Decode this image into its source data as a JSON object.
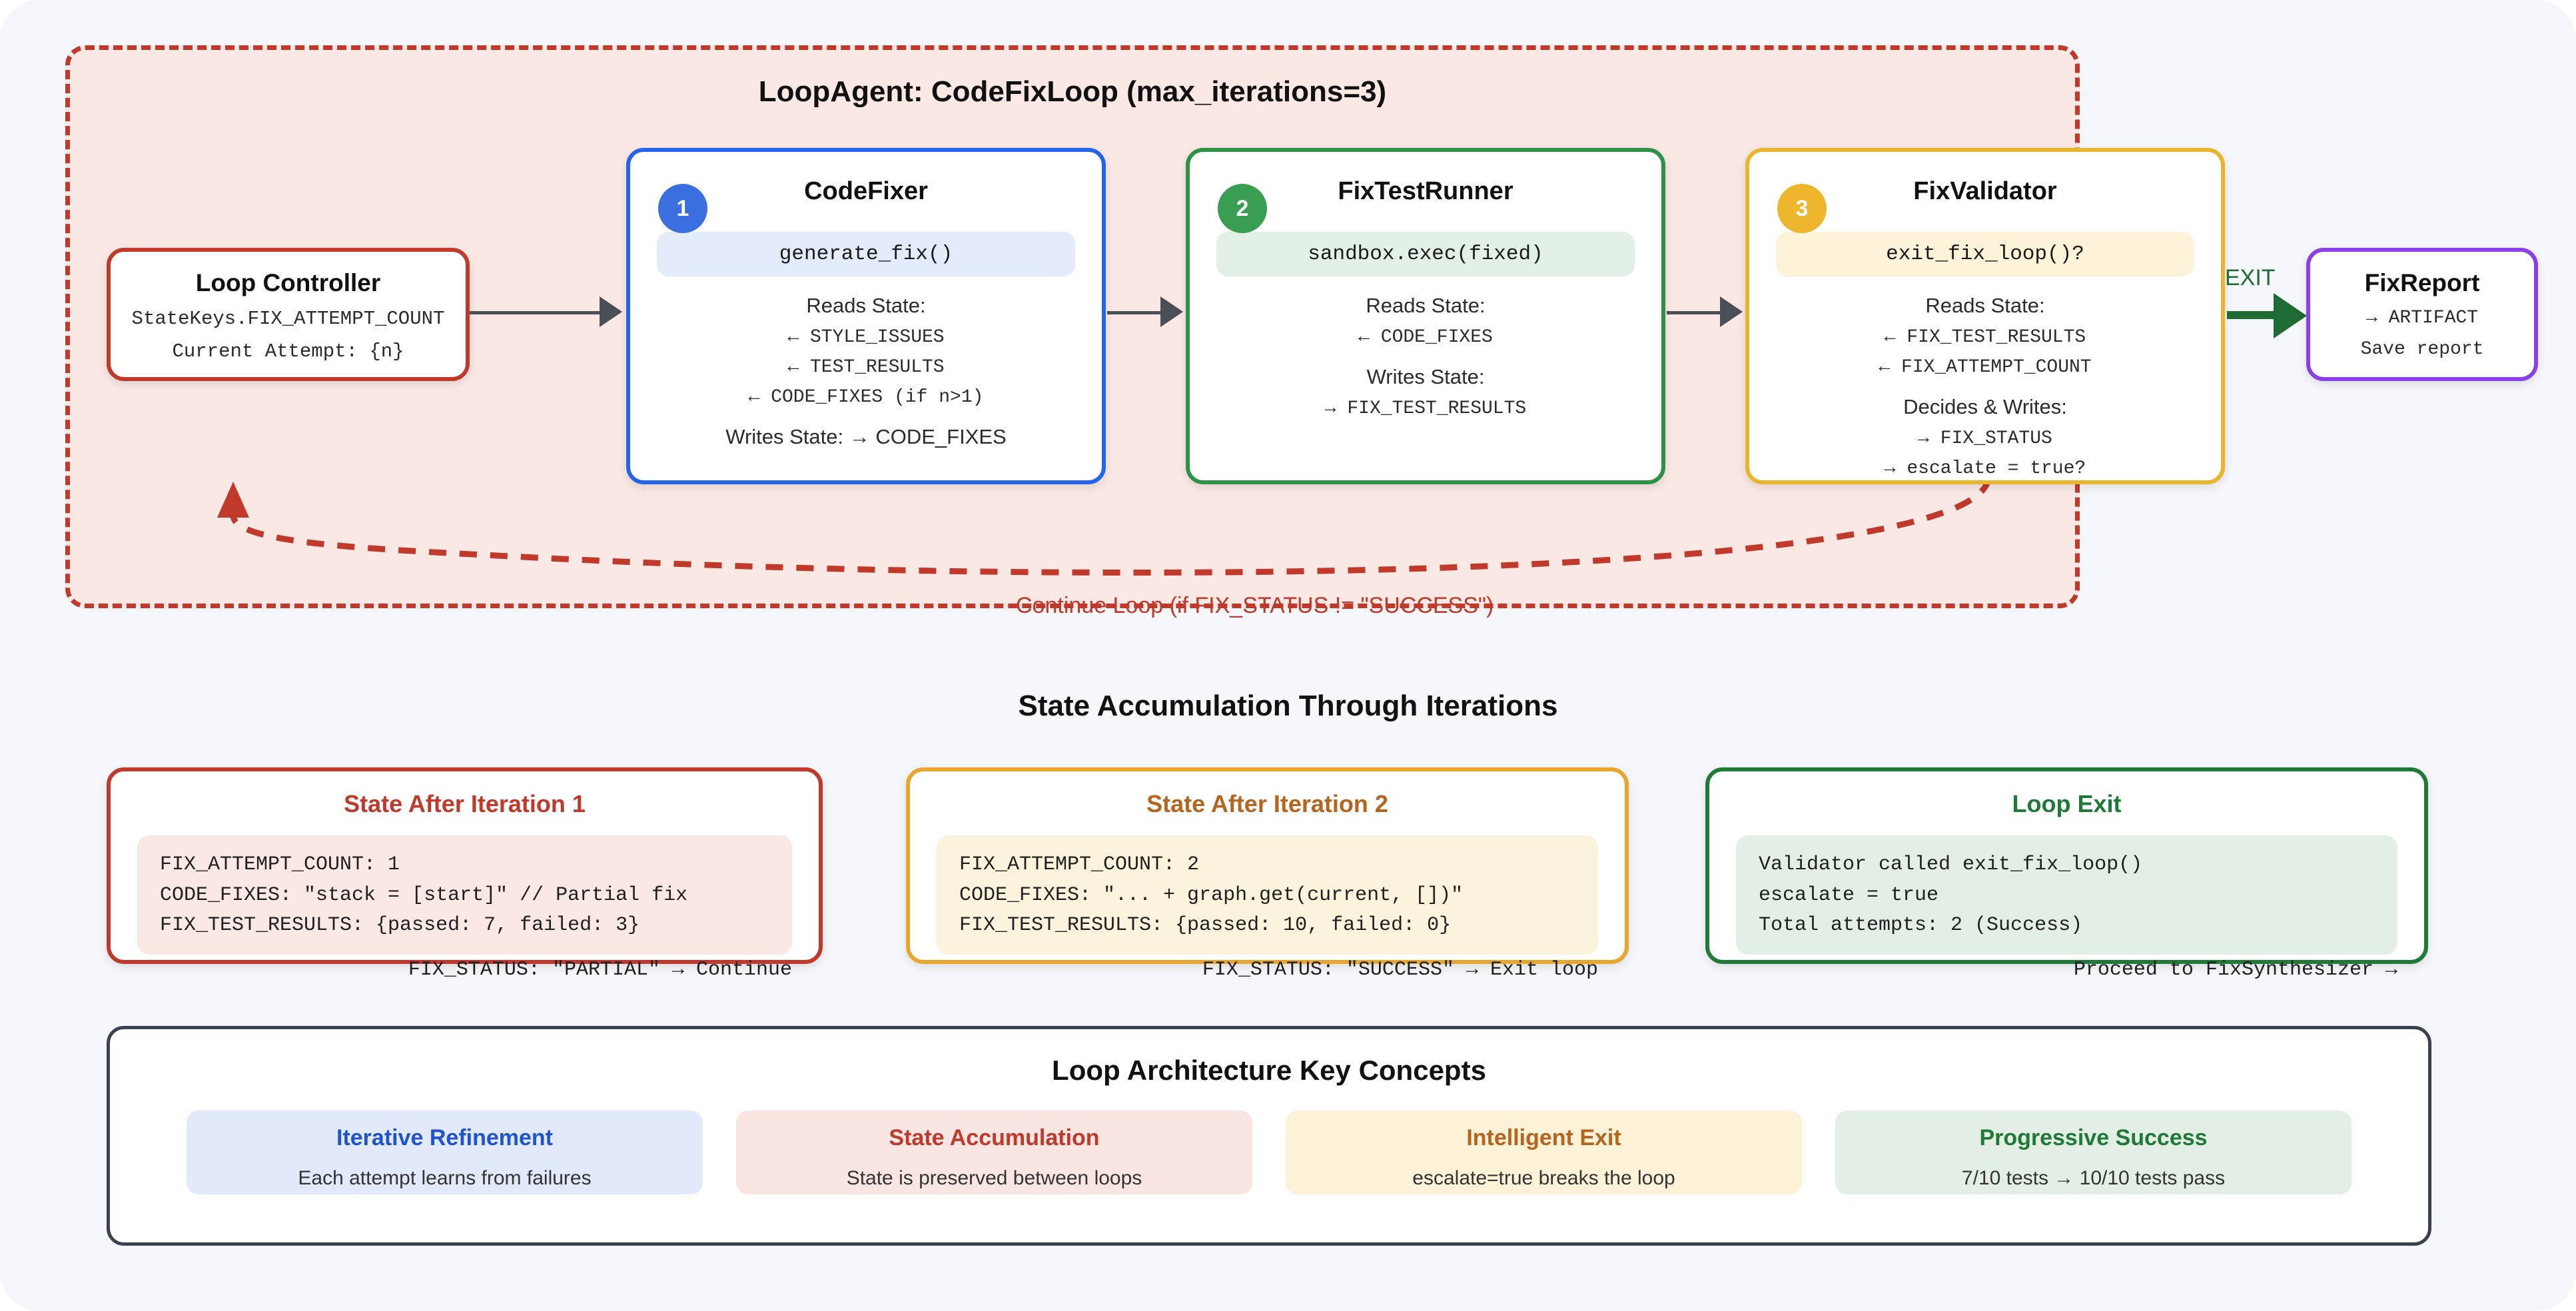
{
  "canvas": {
    "background": "#f5f7fa"
  },
  "loop": {
    "title": "LoopAgent: CodeFixLoop (max_iterations=3)",
    "border_color": "#c0392b",
    "fill_color": "#fae8e4",
    "loopback_label": "Continue Loop (if FIX_STATUS != \"SUCCESS\")"
  },
  "controller": {
    "title": "Loop Controller",
    "line1": "StateKeys.FIX_ATTEMPT_COUNT",
    "line2": "Current Attempt: {n}",
    "color": "#c0392b"
  },
  "nodes": [
    {
      "badge": "1",
      "title": "CodeFixer",
      "code": "generate_fix()",
      "reads_label": "Reads State:",
      "reads": [
        "← STYLE_ISSUES",
        "← TEST_RESULTS",
        "← CODE_FIXES (if n>1)"
      ],
      "writes_label": "Writes State: → CODE_FIXES",
      "writes": [],
      "color": "#2563eb"
    },
    {
      "badge": "2",
      "title": "FixTestRunner",
      "code": "sandbox.exec(fixed)",
      "reads_label": "Reads State:",
      "reads": [
        "← CODE_FIXES"
      ],
      "writes_label": "Writes State:",
      "writes": [
        "→ FIX_TEST_RESULTS"
      ],
      "color": "#2e9145"
    },
    {
      "badge": "3",
      "title": "FixValidator",
      "code": "exit_fix_loop()?",
      "reads_label": "Reads State:",
      "reads": [
        "← FIX_TEST_RESULTS",
        "← FIX_ATTEMPT_COUNT"
      ],
      "writes_label": "Decides & Writes:",
      "writes": [
        "→ FIX_STATUS",
        "→ escalate = true?"
      ],
      "color": "#e8b52c"
    }
  ],
  "exit": {
    "label": "EXIT",
    "color": "#1e6b33"
  },
  "report": {
    "title": "FixReport",
    "line1": "→ ARTIFACT",
    "line2": "Save report",
    "color": "#8b3fe8"
  },
  "state_section": {
    "heading": "State Accumulation Through Iterations",
    "cards": [
      {
        "title": "State After Iteration 1",
        "lines": [
          "FIX_ATTEMPT_COUNT: 1",
          "CODE_FIXES: \"stack = [start]\" // Partial fix",
          "FIX_TEST_RESULTS: {passed: 7, failed: 3}"
        ],
        "footer": "FIX_STATUS: \"PARTIAL\" → Continue",
        "color": "#c0392b"
      },
      {
        "title": "State After Iteration 2",
        "lines": [
          "FIX_ATTEMPT_COUNT: 2",
          "CODE_FIXES: \"... + graph.get(current, [])\"",
          "FIX_TEST_RESULTS: {passed: 10, failed: 0}"
        ],
        "footer": "FIX_STATUS: \"SUCCESS\" → Exit loop",
        "color": "#e8a72c"
      },
      {
        "title": "Loop Exit",
        "lines": [
          "Validator called exit_fix_loop()",
          "escalate = true",
          "Total attempts: 2 (Success)"
        ],
        "footer": "Proceed to FixSynthesizer →",
        "color": "#1e7a36"
      }
    ]
  },
  "concepts": {
    "title": "Loop Architecture Key Concepts",
    "items": [
      {
        "title": "Iterative Refinement",
        "desc": "Each attempt learns from failures",
        "theme": "c-blue"
      },
      {
        "title": "State Accumulation",
        "desc": "State is preserved between loops",
        "theme": "c-red"
      },
      {
        "title": "Intelligent Exit",
        "desc": "escalate=true breaks the loop",
        "theme": "c-yellow"
      },
      {
        "title": "Progressive Success",
        "desc": "7/10 tests → 10/10 tests pass",
        "theme": "c-green"
      }
    ]
  }
}
